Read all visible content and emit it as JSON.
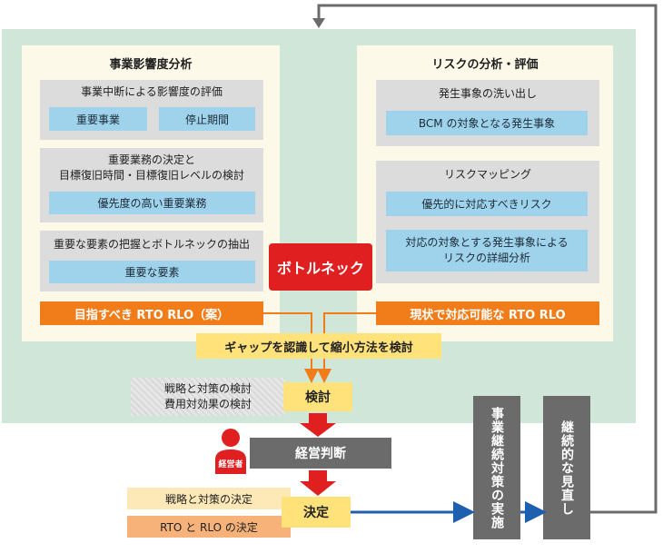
{
  "left_panel": {
    "title": "事業影響度分析",
    "section1": {
      "title": "事業中断による影響度の評価",
      "items": [
        "重要事業",
        "停止期間"
      ]
    },
    "section2": {
      "title_line1": "重要業務の決定と",
      "title_line2": "目標復旧時間・目標復旧レベルの検討",
      "item": "優先度の高い重要業務"
    },
    "section3": {
      "title": "重要な要素の把握とボトルネックの抽出",
      "item": "重要な要素"
    },
    "result": "目指すべき RTO RLO（案）"
  },
  "right_panel": {
    "title": "リスクの分析・評価",
    "section1": {
      "title": "発生事象の洗い出し",
      "item": "BCM の対象となる発生事象"
    },
    "section2": {
      "title": "リスクマッピング",
      "item1": "優先的に対応すべきリスク",
      "item2_line1": "対応の対象とする発生事象による",
      "item2_line2": "リスクの詳細分析"
    },
    "result": "現状で対応可能な RTO RLO"
  },
  "bottleneck": "ボトルネック",
  "gap": "ギャップを認識して縮小方法を検討",
  "review_note": {
    "line1": "戦略と対策の検討",
    "line2": "費用対効果の検討"
  },
  "review": "検討",
  "management_icon_label": "経営者",
  "management_decision": "経営判断",
  "decision_note1": "戦略と対策の決定",
  "decision_note2": "RTO と RLO の決定",
  "decision": "決定",
  "implementation": "事業継続対策の実施",
  "continuous_review": "継続的な見直し",
  "colors": {
    "green_bg": "#cfe6d8",
    "orange": "#f07d1a",
    "red": "#e02020",
    "blue_box": "#9fd3ec",
    "arrow_blue": "#1f5fb0",
    "dark_grey": "#6b6b6b",
    "yellow": "#ffe27a"
  }
}
